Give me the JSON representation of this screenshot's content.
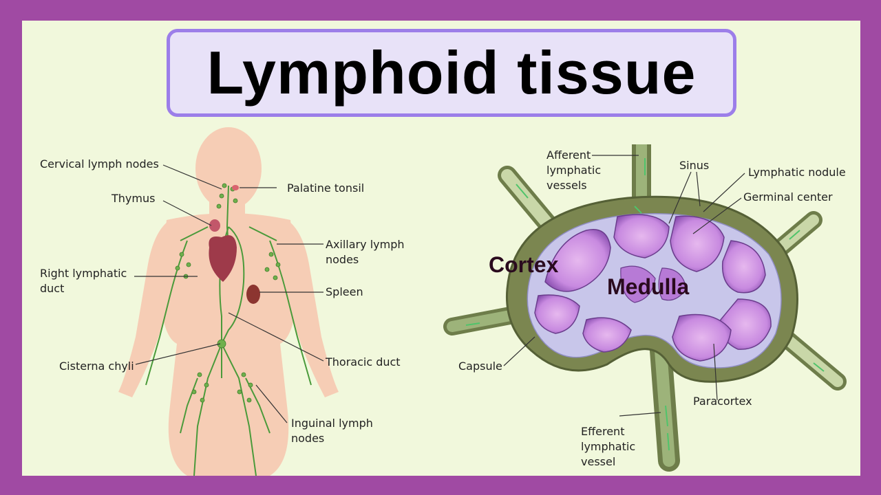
{
  "title": "Lymphoid tissue",
  "colors": {
    "outer_frame": "#a04aa3",
    "background": "#f1f8dc",
    "title_box_fill": "#e8e2f8",
    "title_box_border": "#9c7ee9",
    "skin": "#f6cdb5",
    "lymph_vessel": "#4a9a3a",
    "node_capsule": "#6f7a4a",
    "nodule": "#b77ad6"
  },
  "body_labels": {
    "cervical": "Cervical lymph nodes",
    "thymus": "Thymus",
    "palatine": "Palatine tonsil",
    "axillary_1": "Axillary lymph",
    "axillary_2": "nodes",
    "right_duct_1": "Right lymphatic",
    "right_duct_2": "duct",
    "spleen": "Spleen",
    "cisterna": "Cisterna chyli",
    "thoracic": "Thoracic duct",
    "inguinal_1": "Inguinal lymph",
    "inguinal_2": "nodes"
  },
  "node_labels": {
    "afferent_1": "Afferent",
    "afferent_2": "lymphatic",
    "afferent_3": "vessels",
    "sinus": "Sinus",
    "nodule": "Lymphatic nodule",
    "germinal": "Germinal center",
    "cortex": "Cortex",
    "medulla": "Medulla",
    "capsule": "Capsule",
    "paracortex": "Paracortex",
    "efferent_1": "Efferent",
    "efferent_2": "lymphatic",
    "efferent_3": "vessel"
  }
}
